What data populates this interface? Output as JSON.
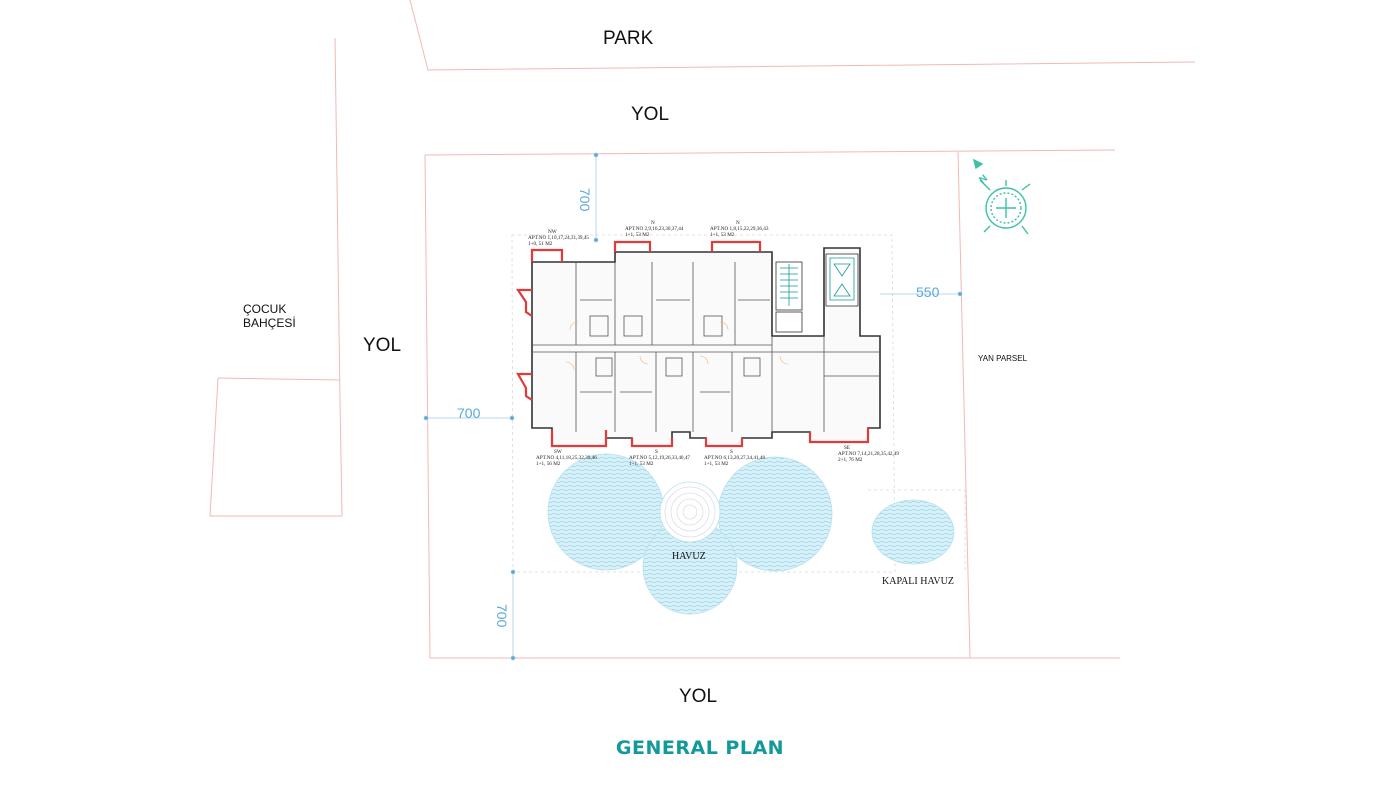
{
  "labels": {
    "park": "PARK",
    "road_top": "YOL",
    "road_left": "YOL",
    "road_bottom": "YOL",
    "playground": "ÇOCUK\nBAHÇESİ",
    "side_parcel": "YAN PARSEL",
    "pool": "HAVUZ",
    "indoor_pool": "KAPALI HAVUZ"
  },
  "dimensions": {
    "top_vertical": "700",
    "right": "550",
    "left": "700",
    "bottom_vertical": "700"
  },
  "apartments": {
    "nw": {
      "dir": "NW",
      "numbers": "APT.NO 1,10,17,24,31,39,45",
      "size": "1+0, 51 M2"
    },
    "n1": {
      "dir": "N",
      "numbers": "APT.NO 2,9,16,23,30,37,44",
      "size": "1+1, 53 M2"
    },
    "n2": {
      "dir": "N",
      "numbers": "APT.NO 1,8,15,22,29,36,43",
      "size": "1+1, 53 M2"
    },
    "sw": {
      "dir": "SW",
      "numbers": "APT.NO 4,11,18,25,32,39,46",
      "size": "1+1, 56 M2"
    },
    "s1": {
      "dir": "S",
      "numbers": "APT.NO 5,12,19,26,33,40,47",
      "size": "1+1, 53 M2"
    },
    "s2": {
      "dir": "S",
      "numbers": "APT.NO 6,13,20,27,34,41,48",
      "size": "1+1, 53 M2"
    },
    "se": {
      "dir": "SE",
      "numbers": "APT.NO 7,14,21,28,35,42,49",
      "size": "2+1, 76 M2"
    }
  },
  "compass": {
    "letter": "N"
  },
  "colors": {
    "accent": "#13999a",
    "walls": "#e03a3a",
    "dimension": "#5aa8d8",
    "pool": "#bfe6f2"
  },
  "title": "GENERAL PLAN"
}
